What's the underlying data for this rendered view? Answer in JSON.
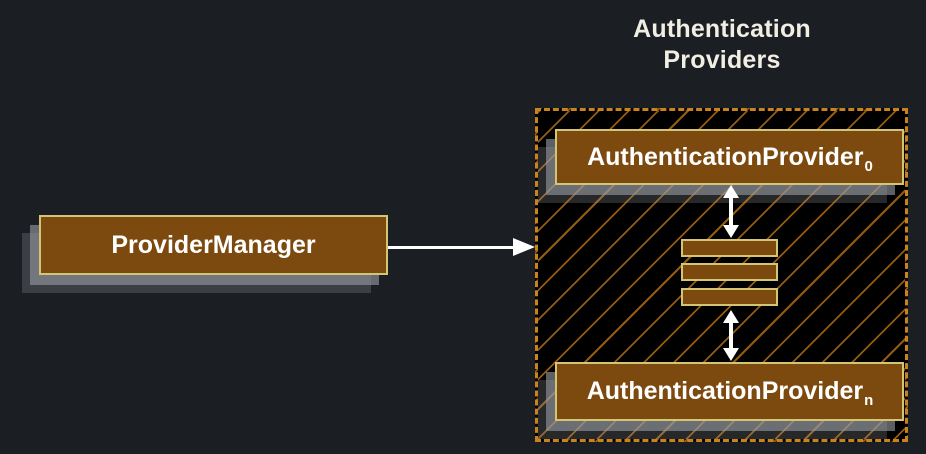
{
  "diagram": {
    "group_title": "Authentication\nProviders",
    "provider_manager_label": "ProviderManager",
    "providers": [
      {
        "label": "AuthenticationProvider",
        "subscript": "0"
      },
      {
        "label": "AuthenticationProvider",
        "subscript": "n"
      }
    ],
    "stack_bar_count": 3,
    "colors": {
      "canvas_background": "#1b1e23",
      "node_fill": "#7c4a0f",
      "node_border": "#d2c576",
      "node_text": "#ffffff",
      "frame_border_dashed": "#c8821e",
      "frame_background": "#000000",
      "hatch_line": "#b06a14",
      "shadow": "#969aa0",
      "arrow": "#ffffff",
      "title_text": "#f1eee3"
    }
  }
}
